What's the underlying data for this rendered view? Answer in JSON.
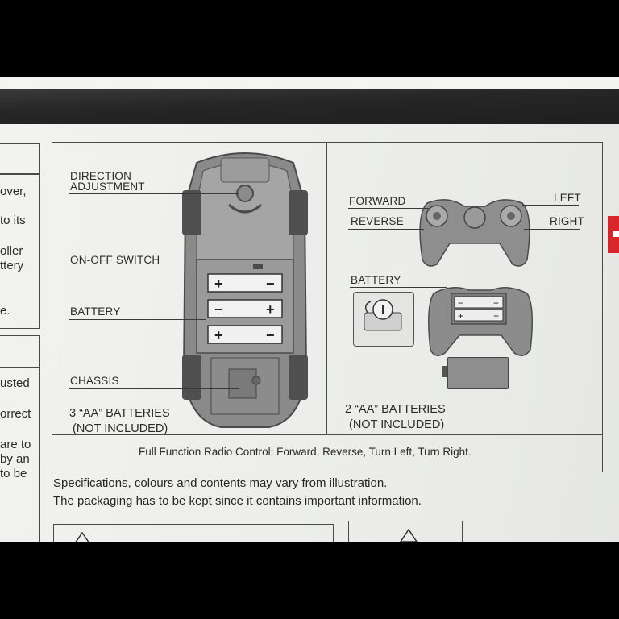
{
  "left_column_fragments": [
    "over,",
    "to its",
    "oller",
    "ttery",
    "e.",
    "usted",
    "orrect",
    "are to",
    "by an",
    "to be"
  ],
  "car_diagram": {
    "labels": {
      "direction_adjustment_1": "DIRECTION",
      "direction_adjustment_2": "ADJUSTMENT",
      "on_off_switch": "ON-OFF SWITCH",
      "battery": "BATTERY",
      "chassis": "CHASSIS"
    },
    "battery_note_1": "3 “AA” BATTERIES",
    "battery_note_2": "(NOT INCLUDED)"
  },
  "remote_diagram": {
    "labels": {
      "forward": "FORWARD",
      "reverse": "REVERSE",
      "left": "LEFT",
      "right": "RIGHT",
      "battery": "BATTERY"
    },
    "battery_note_1": "2 “AA” BATTERIES",
    "battery_note_2": "(NOT INCLUDED)"
  },
  "caption": "Full Function Radio Control: Forward, Reverse, Turn Left, Turn Right.",
  "spec_line_1": "Specifications, colours and contents may vary from illustration.",
  "spec_line_2": "The packaging has to be kept since it contains important information."
}
